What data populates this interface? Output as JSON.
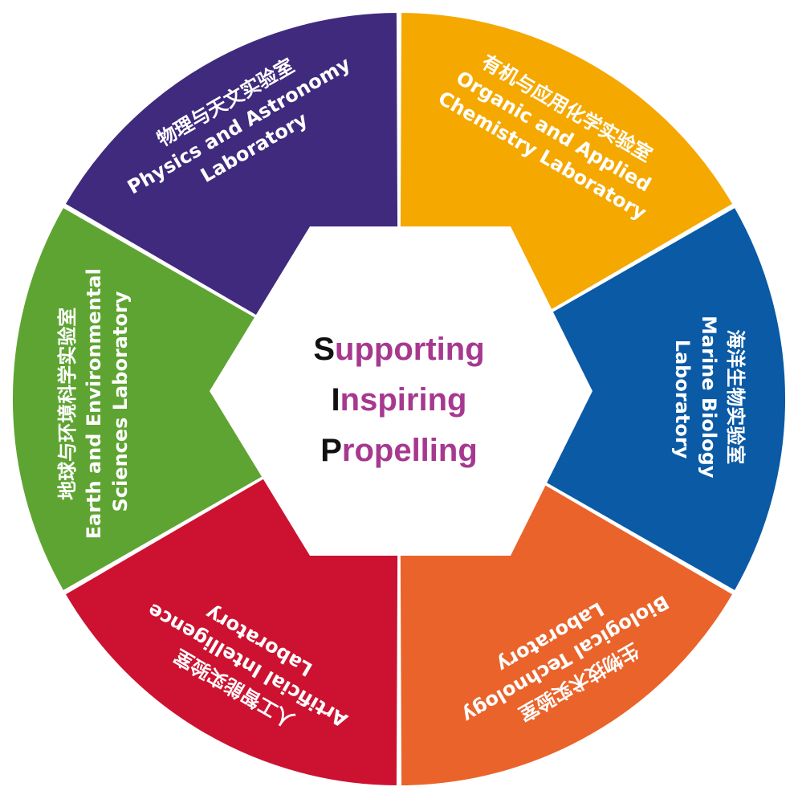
{
  "center": {
    "lines": [
      {
        "initial": "S",
        "rest": "upporting"
      },
      {
        "initial": "I",
        "rest": "nspiring"
      },
      {
        "initial": "P",
        "rest": "ropelling"
      }
    ],
    "colors": {
      "initial": "#111111",
      "rest": "#a6398f"
    }
  },
  "segments": [
    {
      "id": "physics",
      "color": "#3f2a7e",
      "lines": [
        "物理与天文实验室",
        "Physics and Astronomy",
        "Laboratory"
      ]
    },
    {
      "id": "organic",
      "color": "#f5a800",
      "lines": [
        "有机与应用化学实验室",
        "Organic and Applied",
        "Chemistry Laboratory"
      ]
    },
    {
      "id": "marine",
      "color": "#0a5aa5",
      "lines": [
        "海洋生物实验室",
        "Marine Biology",
        "Laboratory"
      ]
    },
    {
      "id": "biotech",
      "color": "#ea632a",
      "lines": [
        "生物技术实验室",
        "Biological Technology",
        "Laboratory"
      ]
    },
    {
      "id": "ai",
      "color": "#cc1230",
      "lines": [
        "人工智能实验室",
        "Artificial Intelligence",
        "Laboratory"
      ]
    },
    {
      "id": "earth",
      "color": "#5ea432",
      "lines": [
        "地球与环境科学实验室",
        "Earth and Environmental",
        "Sciences Laboratory"
      ]
    }
  ]
}
